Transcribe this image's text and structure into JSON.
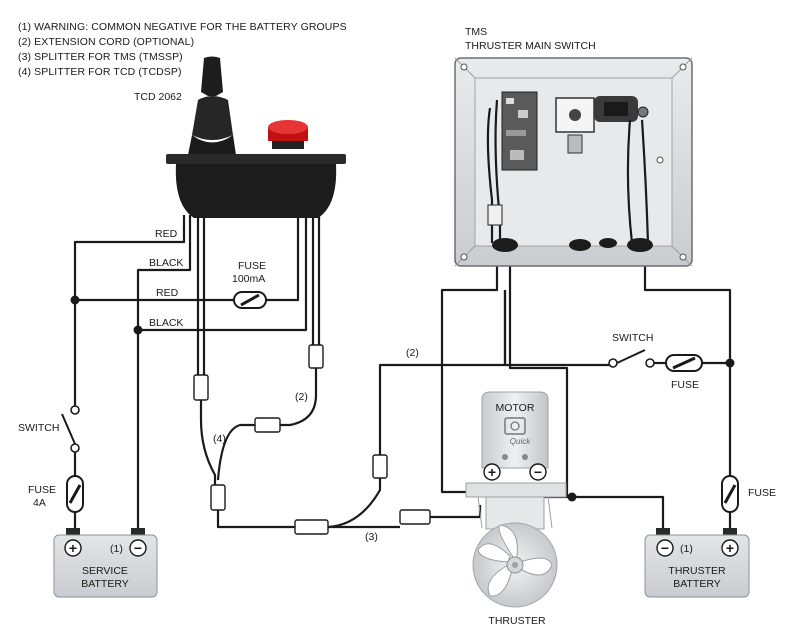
{
  "notes": [
    "(1) WARNING: COMMON NEGATIVE FOR THE BATTERY GROUPS",
    "(2) EXTENSION CORD (OPTIONAL)",
    "(3) SPLITTER FOR TMS (TMSSP)",
    "(4) SPLITTER FOR TCD (TCDSP)"
  ],
  "tcd_label": "TCD 2062",
  "tms": {
    "line1": "TMS",
    "line2": "THRUSTER MAIN SWITCH"
  },
  "wires": {
    "red_top": "RED",
    "black_top": "BLACK",
    "red_mid": "RED",
    "black_mid": "BLACK"
  },
  "fuse_mid": {
    "line1": "FUSE",
    "line2": "100mA"
  },
  "switch_left": "SWITCH",
  "fuse_left": {
    "line1": "FUSE",
    "line2": "4A"
  },
  "service_battery": {
    "line1": "SERVICE",
    "line2": "BATTERY",
    "marker": "(1)",
    "plus": "+",
    "minus": "−"
  },
  "thruster_battery": {
    "line1": "THRUSTER",
    "line2": "BATTERY",
    "marker": "(1)",
    "plus": "+",
    "minus": "−"
  },
  "switch_right": "SWITCH",
  "fuse_right_mid": "FUSE",
  "fuse_right": "FUSE",
  "motor": {
    "label": "MOTOR",
    "plus": "+",
    "minus": "−"
  },
  "thruster_label": "THRUSTER",
  "markers": {
    "two_top": "(2)",
    "two_side": "(2)",
    "four": "(4)",
    "three": "(3)"
  },
  "brand": "Quick",
  "colors": {
    "housing": "#cfd2d5",
    "housing_inner": "#e4e6e8",
    "battery": "#d9dbdd",
    "wire": "#1a1a1a",
    "cap": "#d01515"
  }
}
